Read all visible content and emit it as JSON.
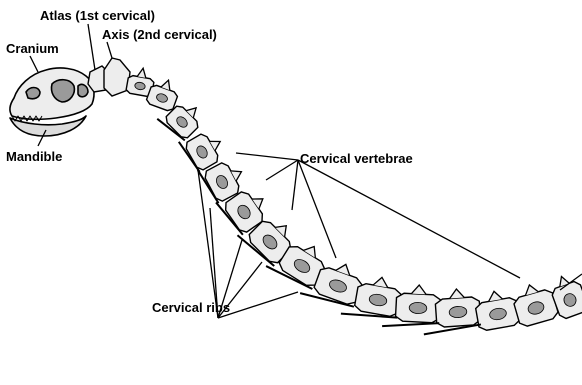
{
  "labels": {
    "atlas": "Atlas (1st cervical)",
    "axis": "Axis (2nd cervical)",
    "cranium": "Cranium",
    "mandible": "Mandible",
    "cervical_vertebrae": "Cervical vertebrae",
    "cervical_ribs": "Cervical ribs"
  },
  "colors": {
    "ink": "#000000",
    "bone_fill": "#ededed",
    "bone_shadow": "#9a9a9a",
    "background": "#ffffff"
  }
}
